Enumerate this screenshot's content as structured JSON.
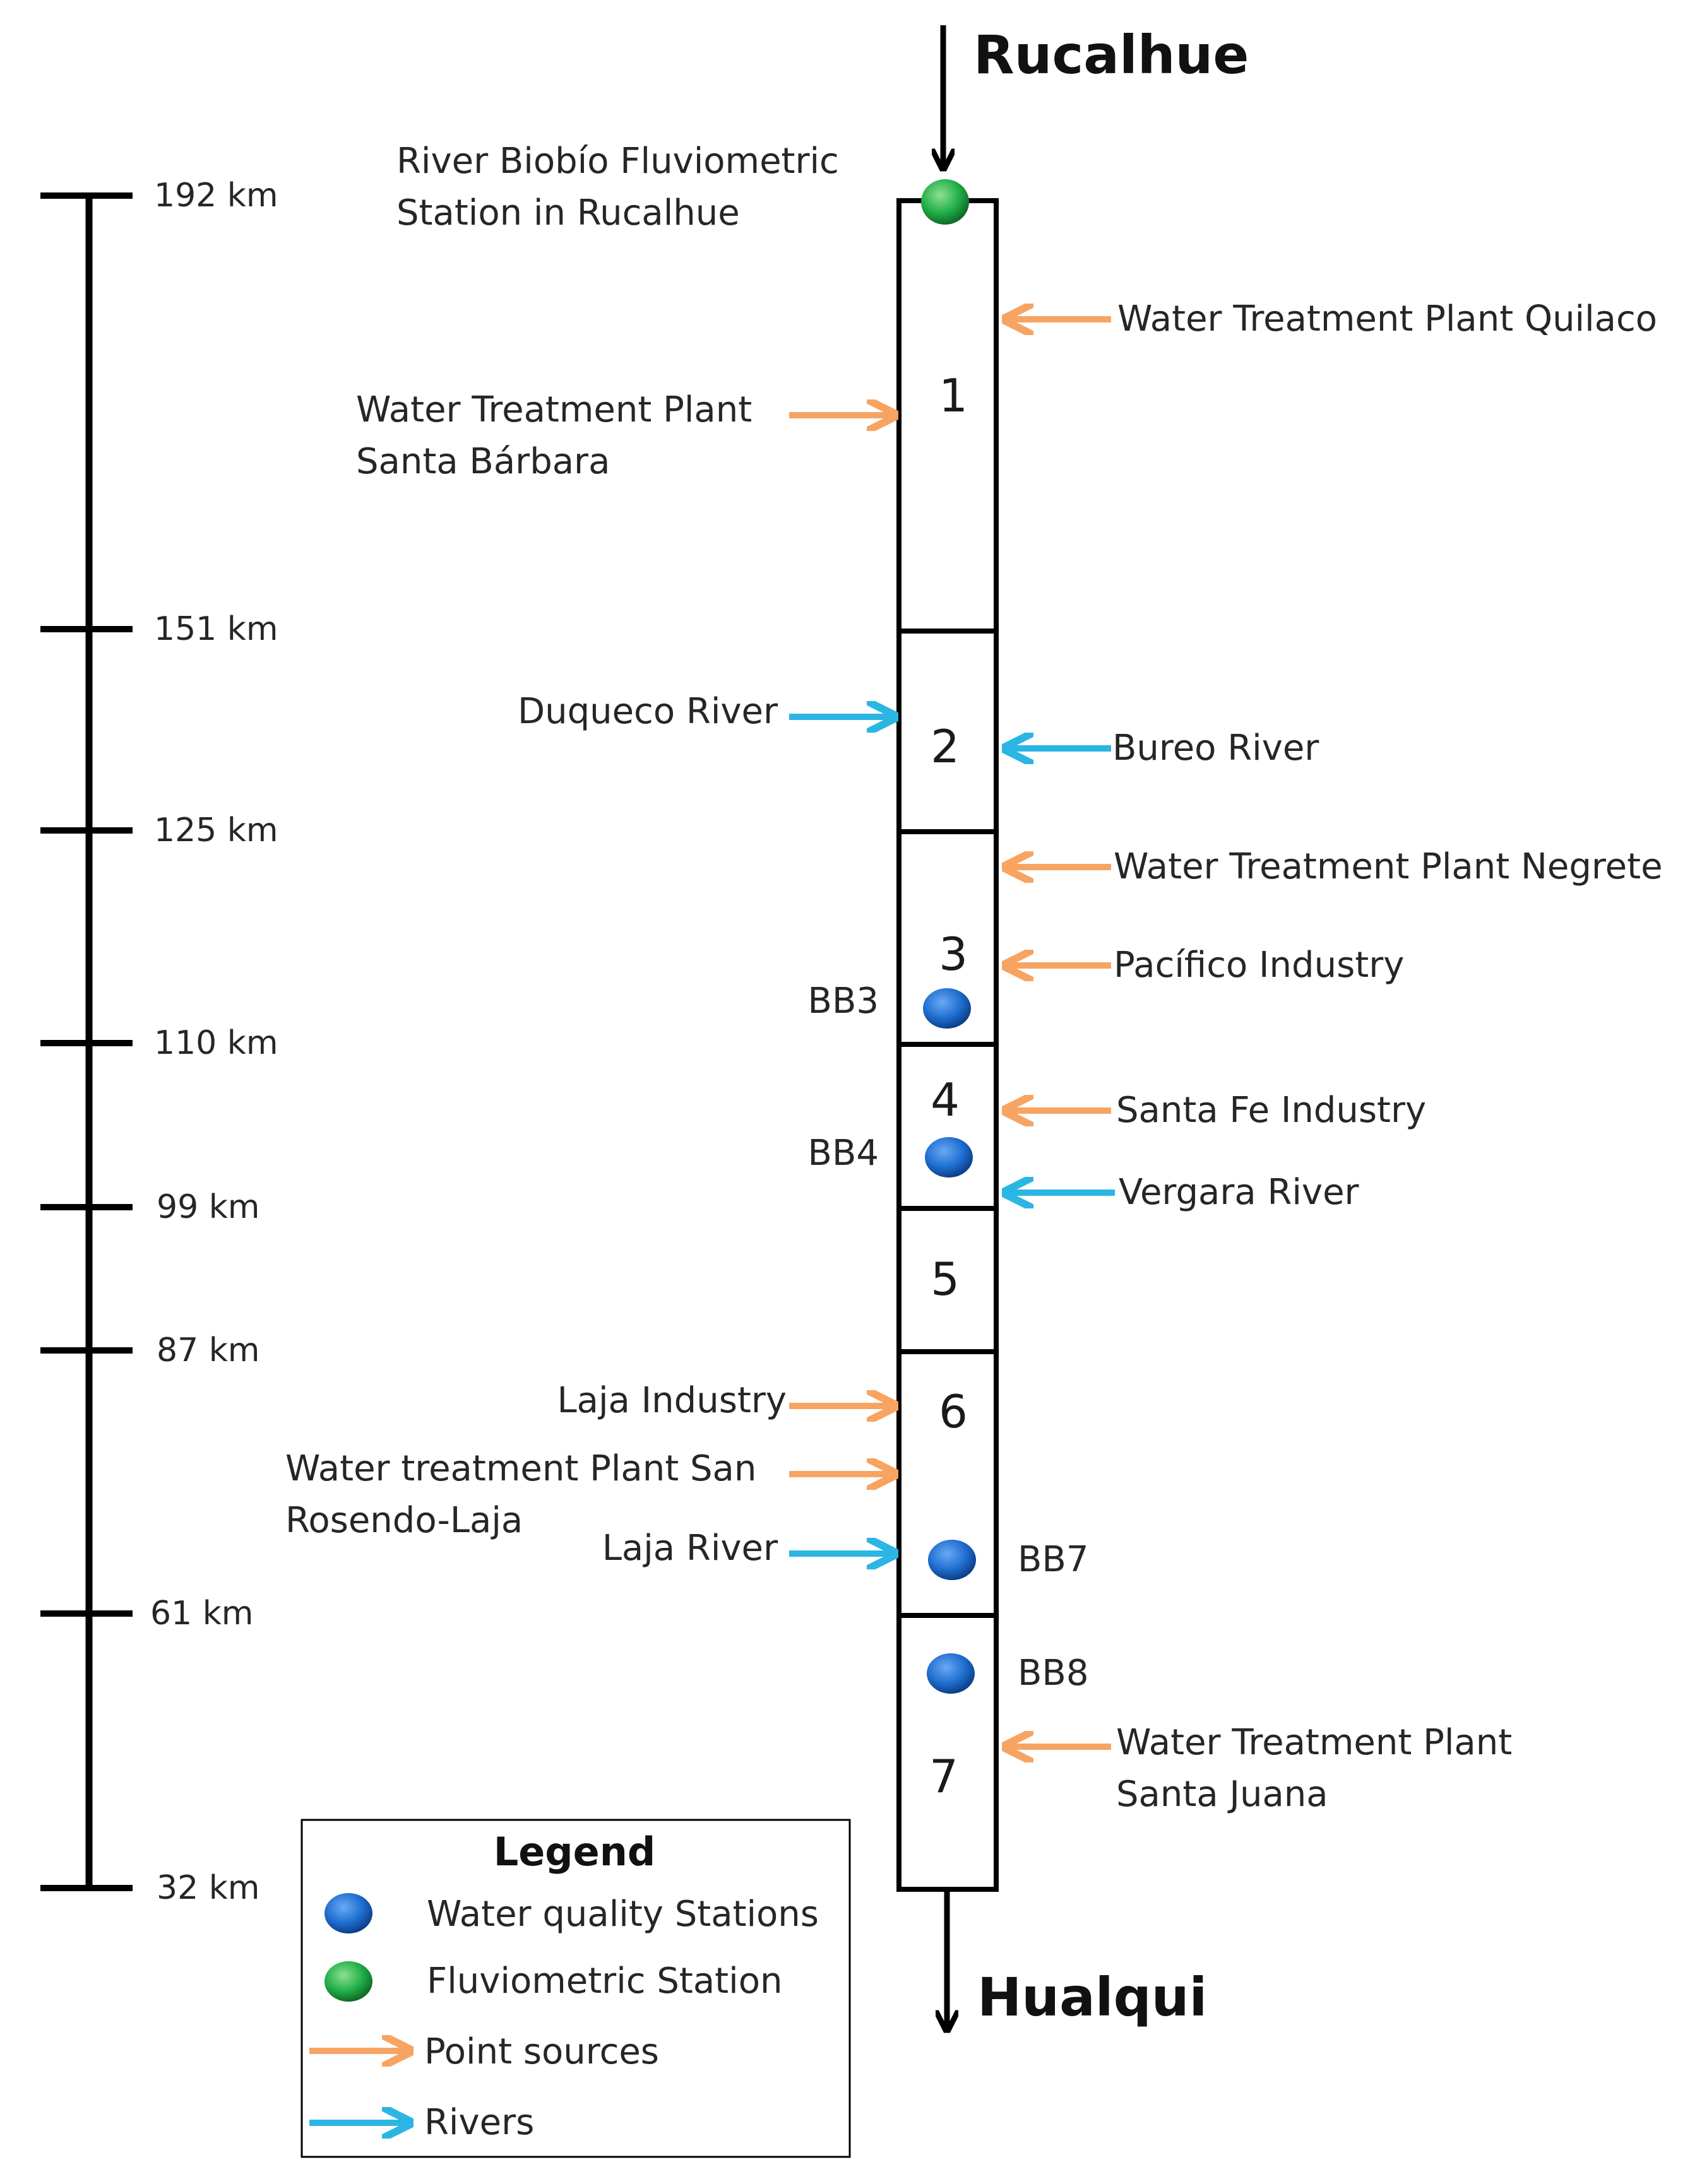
{
  "upstream_label": "Rucalhue",
  "downstream_label": "Hualqui",
  "fluviometric_station_label": [
    "River Biobío Fluviometric",
    "Station in Rucalhue"
  ],
  "scale_labels": [
    "192 km",
    "151 km",
    "125 km",
    "110 km",
    "99 km",
    "87 km",
    "61 km",
    "32 km"
  ],
  "segments": [
    "1",
    "2",
    "3",
    "4",
    "5",
    "6",
    "7"
  ],
  "stations": [
    "BB3",
    "BB4",
    "BB7",
    "BB8"
  ],
  "left_inputs": {
    "wtp_santa_barbara": [
      "Water Treatment Plant",
      "Santa Bárbara"
    ],
    "duqueco_river": "Duqueco River",
    "laja_industry": "Laja Industry",
    "wtp_san_rosendo": [
      "Water treatment Plant San",
      "Rosendo-Laja"
    ],
    "laja_river": "Laja River"
  },
  "right_inputs": {
    "wtp_quilaco": "Water Treatment Plant Quilaco",
    "bureo_river": "Bureo River",
    "wtp_negrete": "Water Treatment Plant Negrete",
    "pacifico_industry": "Pacífico Industry",
    "santa_fe_industry": "Santa Fe Industry",
    "vergara_river": "Vergara River",
    "wtp_santa_juana": [
      "Water Treatment Plant",
      "Santa Juana"
    ]
  },
  "legend": {
    "title": "Legend",
    "water_quality": "Water quality Stations",
    "fluviometric": "Fluviometric Station",
    "point_sources": "Point sources",
    "rivers": "Rivers"
  },
  "colors": {
    "point_source": "#f7a463",
    "river": "#2bb5e3",
    "water_quality_station": "#1f6fd1",
    "fluviometric_station": "#22b04a"
  }
}
